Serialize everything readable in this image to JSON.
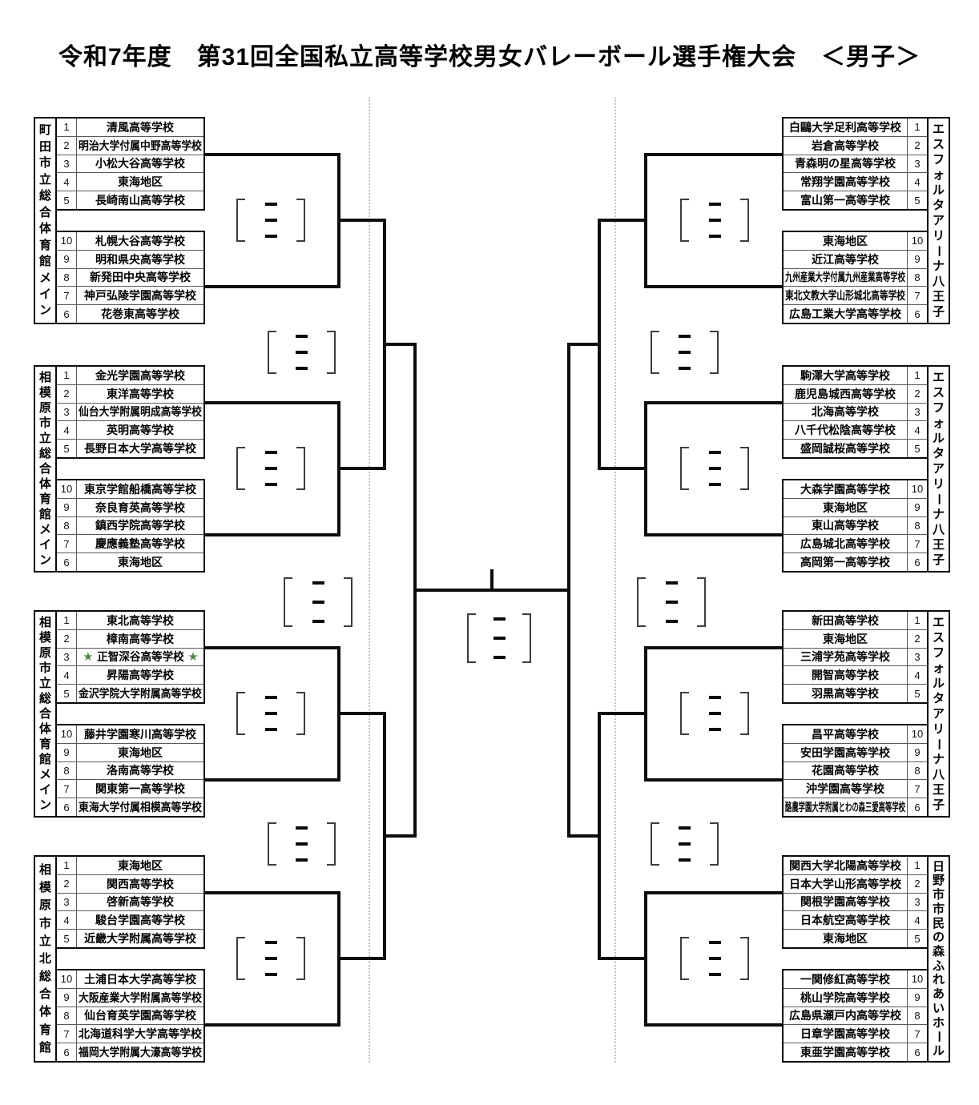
{
  "title": "令和7年度　第31回全国私立高等学校男女バレーボール選手権大会　＜男子＞",
  "star_symbol": "★",
  "star_color": "#4a8c3f",
  "blocks": [
    {
      "side": "left",
      "venue": "町田市立総合体育館メイン",
      "top": [
        {
          "seed": "1",
          "name": "清風高等学校"
        },
        {
          "seed": "2",
          "name": "明治大学付属中野高等学校"
        },
        {
          "seed": "3",
          "name": "小松大谷高等学校"
        },
        {
          "seed": "4",
          "name": "東海地区"
        },
        {
          "seed": "5",
          "name": "長崎南山高等学校"
        }
      ],
      "bottom": [
        {
          "seed": "10",
          "name": "札幌大谷高等学校"
        },
        {
          "seed": "9",
          "name": "明和県央高等学校"
        },
        {
          "seed": "8",
          "name": "新発田中央高等学校"
        },
        {
          "seed": "7",
          "name": "神戸弘陵学園高等学校"
        },
        {
          "seed": "6",
          "name": "花巻東高等学校"
        }
      ]
    },
    {
      "side": "left",
      "venue": "相模原市立総合体育館メイン",
      "top": [
        {
          "seed": "1",
          "name": "金光学園高等学校"
        },
        {
          "seed": "2",
          "name": "東洋高等学校"
        },
        {
          "seed": "3",
          "name": "仙台大学附属明成高等学校"
        },
        {
          "seed": "4",
          "name": "英明高等学校"
        },
        {
          "seed": "5",
          "name": "長野日本大学高等学校"
        }
      ],
      "bottom": [
        {
          "seed": "10",
          "name": "東京学館船橋高等学校"
        },
        {
          "seed": "9",
          "name": "奈良育英高等学校"
        },
        {
          "seed": "8",
          "name": "鎮西学院高等学校"
        },
        {
          "seed": "7",
          "name": "慶應義塾高等学校"
        },
        {
          "seed": "6",
          "name": "東海地区"
        }
      ]
    },
    {
      "side": "left",
      "venue": "相模原市立総合体育館メイン",
      "top": [
        {
          "seed": "1",
          "name": "東北高等学校"
        },
        {
          "seed": "2",
          "name": "樟南高等学校"
        },
        {
          "seed": "3",
          "name": "正智深谷高等学校",
          "starred": true
        },
        {
          "seed": "4",
          "name": "昇陽高等学校"
        },
        {
          "seed": "5",
          "name": "金沢学院大学附属高等学校"
        }
      ],
      "bottom": [
        {
          "seed": "10",
          "name": "藤井学園寒川高等学校"
        },
        {
          "seed": "9",
          "name": "東海地区"
        },
        {
          "seed": "8",
          "name": "洛南高等学校"
        },
        {
          "seed": "7",
          "name": "関東第一高等学校"
        },
        {
          "seed": "6",
          "name": "東海大学付属相模高等学校"
        }
      ]
    },
    {
      "side": "left",
      "venue": "相模原市立北総合体育館",
      "top": [
        {
          "seed": "1",
          "name": "東海地区"
        },
        {
          "seed": "2",
          "name": "関西高等学校"
        },
        {
          "seed": "3",
          "name": "啓新高等学校"
        },
        {
          "seed": "4",
          "name": "駿台学園高等学校"
        },
        {
          "seed": "5",
          "name": "近畿大学附属高等学校"
        }
      ],
      "bottom": [
        {
          "seed": "10",
          "name": "土浦日本大学高等学校"
        },
        {
          "seed": "9",
          "name": "大阪産業大学附属高等学校"
        },
        {
          "seed": "8",
          "name": "仙台育英学園高等学校"
        },
        {
          "seed": "7",
          "name": "北海道科学大学高等学校"
        },
        {
          "seed": "6",
          "name": "福岡大学附属大濠高等学校"
        }
      ]
    },
    {
      "side": "right",
      "venue": "エスフォルタアリーナ八王子",
      "top": [
        {
          "seed": "1",
          "name": "白鷗大学足利高等学校"
        },
        {
          "seed": "2",
          "name": "岩倉高等学校"
        },
        {
          "seed": "3",
          "name": "青森明の星高等学校"
        },
        {
          "seed": "4",
          "name": "常翔学園高等学校"
        },
        {
          "seed": "5",
          "name": "富山第一高等学校"
        }
      ],
      "bottom": [
        {
          "seed": "10",
          "name": "東海地区"
        },
        {
          "seed": "9",
          "name": "近江高等学校"
        },
        {
          "seed": "8",
          "name": "九州産業大学付属九州産業高等学校"
        },
        {
          "seed": "7",
          "name": "東北文教大学山形城北高等学校"
        },
        {
          "seed": "6",
          "name": "広島工業大学高等学校"
        }
      ]
    },
    {
      "side": "right",
      "venue": "エスフォルタアリーナ八王子",
      "top": [
        {
          "seed": "1",
          "name": "駒澤大学高等学校"
        },
        {
          "seed": "2",
          "name": "鹿児島城西高等学校"
        },
        {
          "seed": "3",
          "name": "北海高等学校"
        },
        {
          "seed": "4",
          "name": "八千代松陰高等学校"
        },
        {
          "seed": "5",
          "name": "盛岡誠桜高等学校"
        }
      ],
      "bottom": [
        {
          "seed": "10",
          "name": "大森学園高等学校"
        },
        {
          "seed": "9",
          "name": "東海地区"
        },
        {
          "seed": "8",
          "name": "東山高等学校"
        },
        {
          "seed": "7",
          "name": "広島城北高等学校"
        },
        {
          "seed": "6",
          "name": "高岡第一高等学校"
        }
      ]
    },
    {
      "side": "right",
      "venue": "エスフォルタアリーナ八王子",
      "top": [
        {
          "seed": "1",
          "name": "新田高等学校"
        },
        {
          "seed": "2",
          "name": "東海地区"
        },
        {
          "seed": "3",
          "name": "三浦学苑高等学校"
        },
        {
          "seed": "4",
          "name": "開智高等学校"
        },
        {
          "seed": "5",
          "name": "羽黒高等学校"
        }
      ],
      "bottom": [
        {
          "seed": "10",
          "name": "昌平高等学校"
        },
        {
          "seed": "9",
          "name": "安田学園高等学校"
        },
        {
          "seed": "8",
          "name": "花園高等学校"
        },
        {
          "seed": "7",
          "name": "沖学園高等学校"
        },
        {
          "seed": "6",
          "name": "酪農学園大学附属とわの森三愛高等学校"
        }
      ]
    },
    {
      "side": "right",
      "venue": "日野市市民の森ふれあいホール",
      "top": [
        {
          "seed": "1",
          "name": "関西大学北陽高等学校"
        },
        {
          "seed": "2",
          "name": "日本大学山形高等学校"
        },
        {
          "seed": "3",
          "name": "関根学園高等学校"
        },
        {
          "seed": "4",
          "name": "日本航空高等学校"
        },
        {
          "seed": "5",
          "name": "東海地区"
        }
      ],
      "bottom": [
        {
          "seed": "10",
          "name": "一関修紅高等学校"
        },
        {
          "seed": "9",
          "name": "桃山学院高等学校"
        },
        {
          "seed": "8",
          "name": "広島県瀬戸内高等学校"
        },
        {
          "seed": "7",
          "name": "日章学園高等学校"
        },
        {
          "seed": "6",
          "name": "東亜学園高等学校"
        }
      ]
    }
  ]
}
